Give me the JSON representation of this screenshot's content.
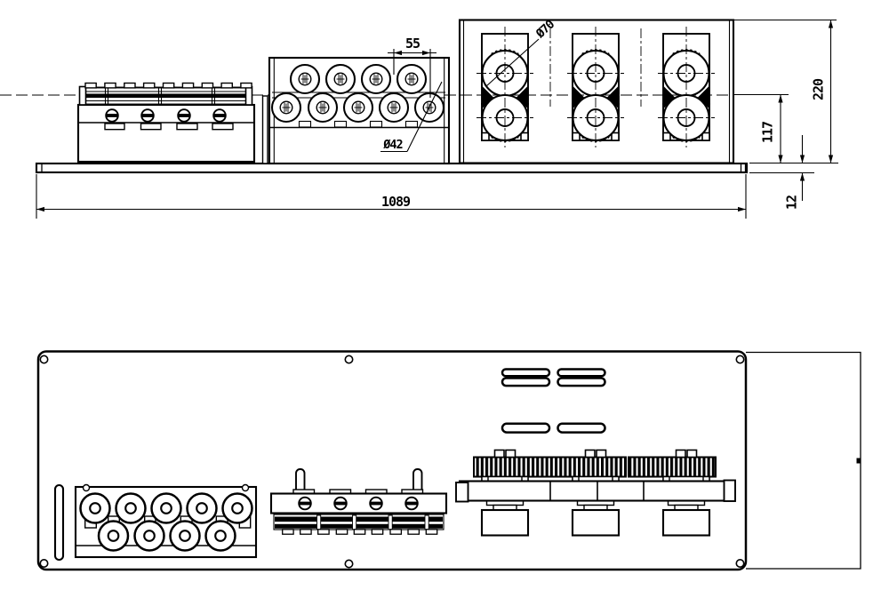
{
  "drawing": {
    "kind": "engineering-drawing",
    "ink_color": "#000000",
    "paper_color": "#ffffff"
  },
  "dimensions": {
    "roller_pitch": "55",
    "small_roller_dia": "Ø42",
    "large_roller_dia": "Ø70",
    "overall_height": "220",
    "roller_center_height": "117",
    "baseplate_thickness": "12",
    "overall_length": "1089"
  }
}
